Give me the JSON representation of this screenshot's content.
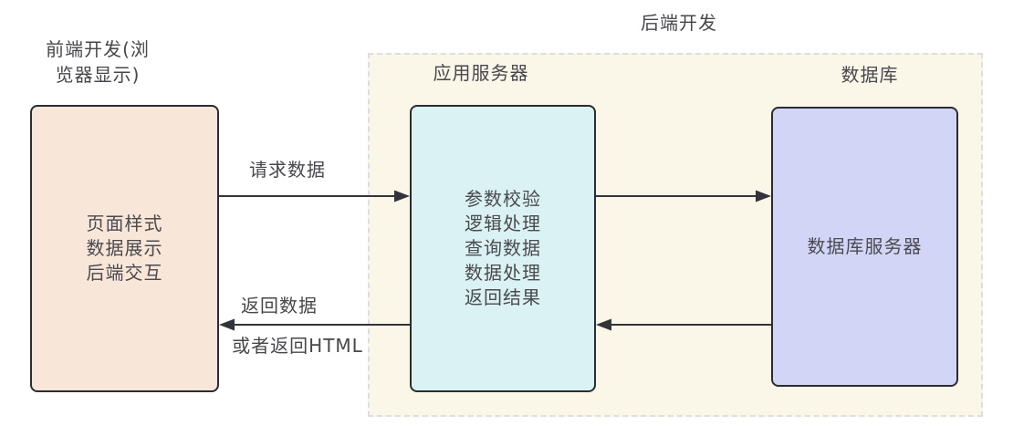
{
  "colors": {
    "frontend_fill": "#f8e7d8",
    "app_server_fill": "#daf2f3",
    "database_fill": "#d2d5f6",
    "backend_group_fill": "#fbf7e8",
    "box_border": "#2b2b33",
    "dashed_border": "#dcdfe2",
    "arrow": "#33333a",
    "text": "#4a4a50"
  },
  "groups": {
    "backend": {
      "label": "后端开发"
    }
  },
  "nodes": {
    "frontend": {
      "title_lines": [
        "前端开发(浏",
        "览器显示)"
      ],
      "body_lines": [
        "页面样式",
        "数据展示",
        "后端交互"
      ]
    },
    "app_server": {
      "title": "应用服务器",
      "body_lines": [
        "参数校验",
        "逻辑处理",
        "查询数据",
        "数据处理",
        "返回结果"
      ]
    },
    "database": {
      "title": "数据库",
      "body": "数据库服务器"
    }
  },
  "arrows": {
    "request": {
      "label": "请求数据"
    },
    "return": {
      "labels": [
        "返回数据",
        "或者返回HTML"
      ]
    }
  }
}
